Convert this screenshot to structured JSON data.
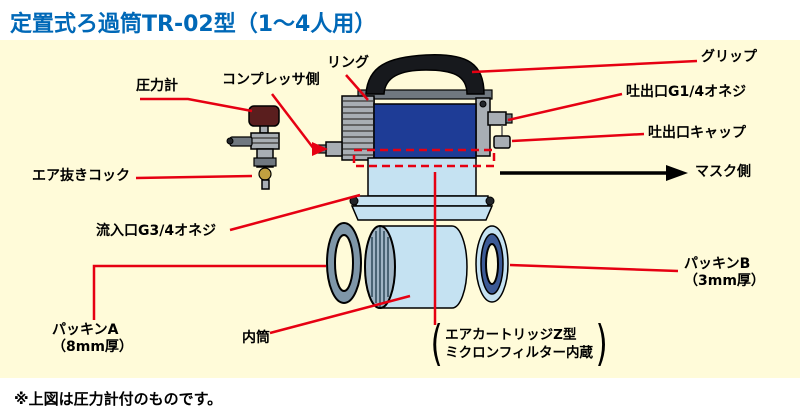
{
  "title": "定置式ろ過筒TR-02型（1～4人用）",
  "footer_note": "※上図は圧力計付のものです。",
  "labels": {
    "pressure_gauge": "圧力計",
    "compressor_side": "コンプレッサ側",
    "ring": "リング",
    "grip": "グリップ",
    "outlet_thread": "吐出口G1/4オネジ",
    "outlet_cap": "吐出口キャップ",
    "mask_side": "マスク側",
    "air_bleed_cock": "エア抜きコック",
    "inlet_thread": "流入口G3/4オネジ",
    "packing_b": {
      "name": "パッキンB",
      "spec": "（3mm厚）"
    },
    "packing_a": {
      "name": "パッキンA",
      "spec": "（8mm厚）"
    },
    "inner_tube": "内筒",
    "cartridge_note": {
      "open": "(",
      "line1": "エアカートリッジZ型",
      "line2": "ミクロンフィルター内蔵",
      "close": ")"
    }
  },
  "colors": {
    "background": "#FFFBD9",
    "panel": "#FFFFFF",
    "title": "#0068B7",
    "leader": "#E60012",
    "body_dark": "#1E3C96",
    "body_light": "#C5E2F2",
    "metal": "#A8AEB4"
  }
}
